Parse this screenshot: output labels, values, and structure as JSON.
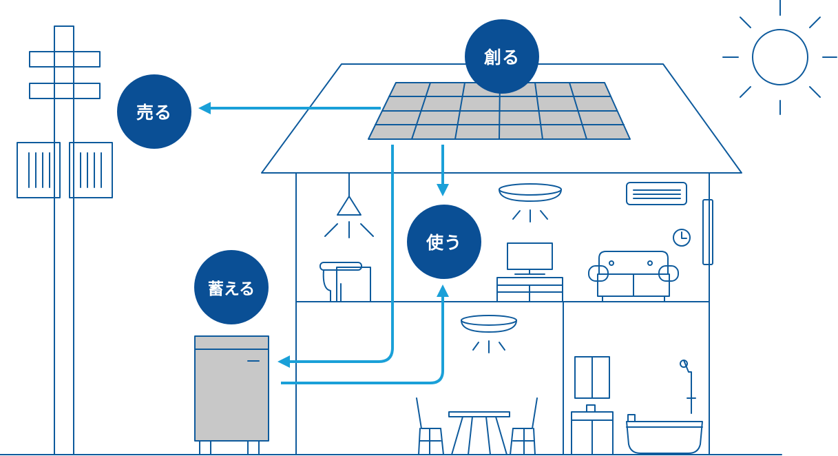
{
  "colors": {
    "line": "#0d5a9c",
    "flow_arrow": "#1aa0d8",
    "badge": "#0a4f95",
    "panel_fill": "#c8c8c8",
    "battery_fill": "#c8c8c8"
  },
  "badges": {
    "create": "創る",
    "sell": "売る",
    "use": "使う",
    "store": "蓄える"
  },
  "icons": [
    "sun-icon",
    "utility-pole-icon",
    "solar-panel-icon",
    "house-icon",
    "storage-battery-icon",
    "pendant-lamp-icon",
    "ceiling-light-icon",
    "air-conditioner-icon",
    "clock-icon",
    "intercom-icon",
    "toilet-icon",
    "tv-icon",
    "sofa-icon",
    "dining-table-icon",
    "chair-icon",
    "vanity-icon",
    "bathtub-icon",
    "shower-icon"
  ]
}
